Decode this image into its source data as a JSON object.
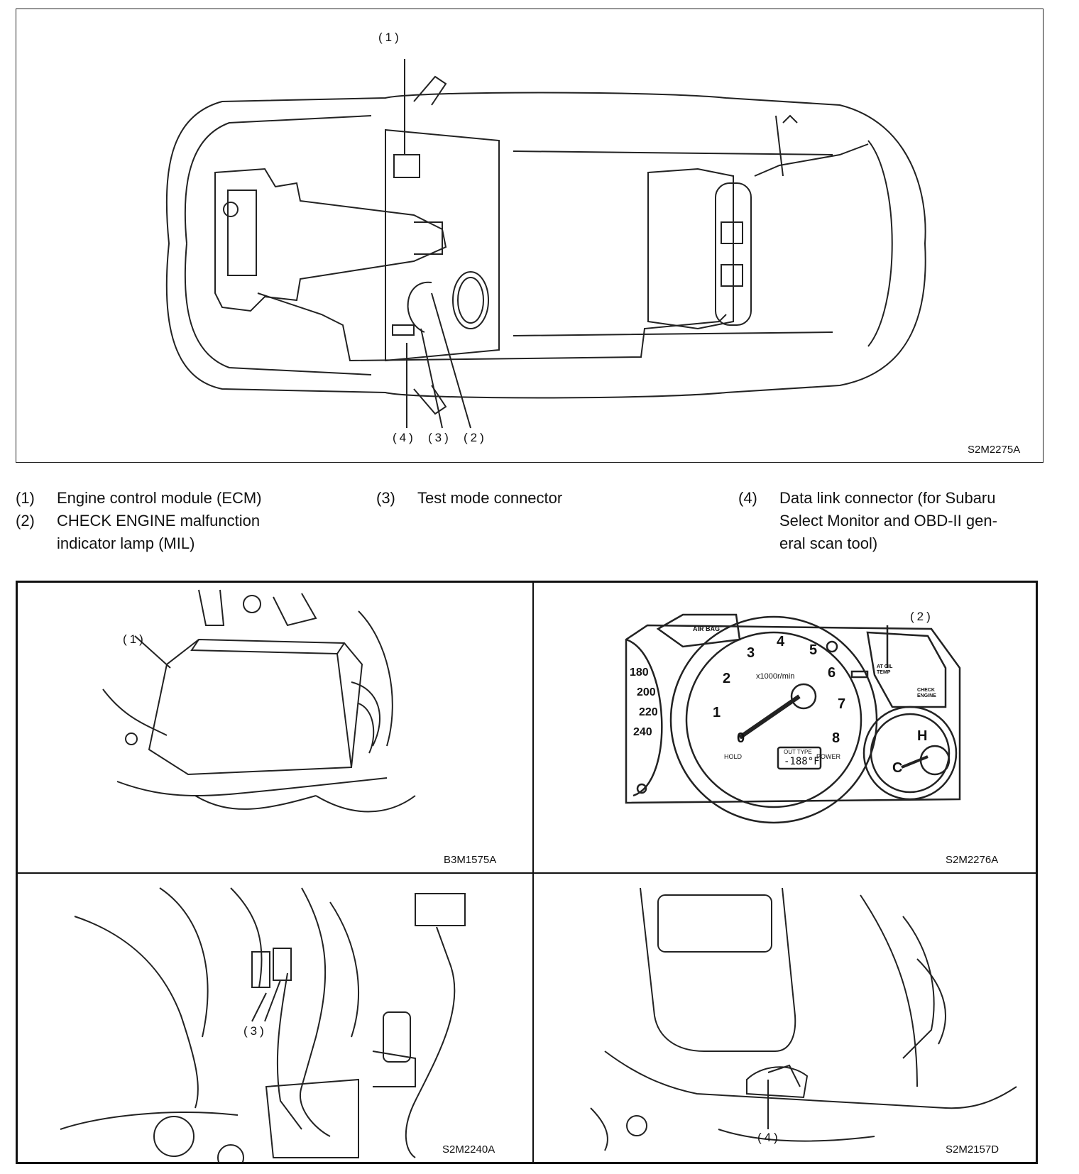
{
  "top_figure": {
    "callouts": [
      "(1)",
      "(4)",
      "(3)",
      "(2)"
    ],
    "code": "S2M2275A"
  },
  "legend": {
    "items": [
      {
        "num": "(1)",
        "text": "Engine control module (ECM)"
      },
      {
        "num": "(2)",
        "text": "CHECK ENGINE malfunction\nindicator lamp (MIL)"
      },
      {
        "num": "(3)",
        "text": "Test mode connector"
      },
      {
        "num": "(4)",
        "text": "Data link connector (for Subaru\nSelect Monitor and OBD-II gen-\neral scan tool)"
      }
    ]
  },
  "panels": {
    "ecm": {
      "callout": "(1)",
      "code": "B3M1575A"
    },
    "cluster": {
      "callout": "(2)",
      "code": "S2M2276A",
      "speed_ticks": [
        "180",
        "200",
        "220",
        "240"
      ],
      "rpm_ticks": [
        "0",
        "1",
        "2",
        "3",
        "4",
        "5",
        "6",
        "7",
        "8"
      ],
      "rpm_unit": "x1000r/min",
      "airbag": "AIR BAG",
      "at_oil_temp": "AT OIL\nTEMP",
      "check_engine": "CHECK\nENGINE",
      "hold": "HOLD",
      "power": "POWER",
      "out_temp_label": "OUT TYPE",
      "out_temp_value": "-188°F",
      "hot": "H",
      "cold": "C"
    },
    "test_connector": {
      "callout": "(3)",
      "code": "S2M2240A"
    },
    "data_link": {
      "callout": "(4)",
      "code": "S2M2157D"
    }
  }
}
